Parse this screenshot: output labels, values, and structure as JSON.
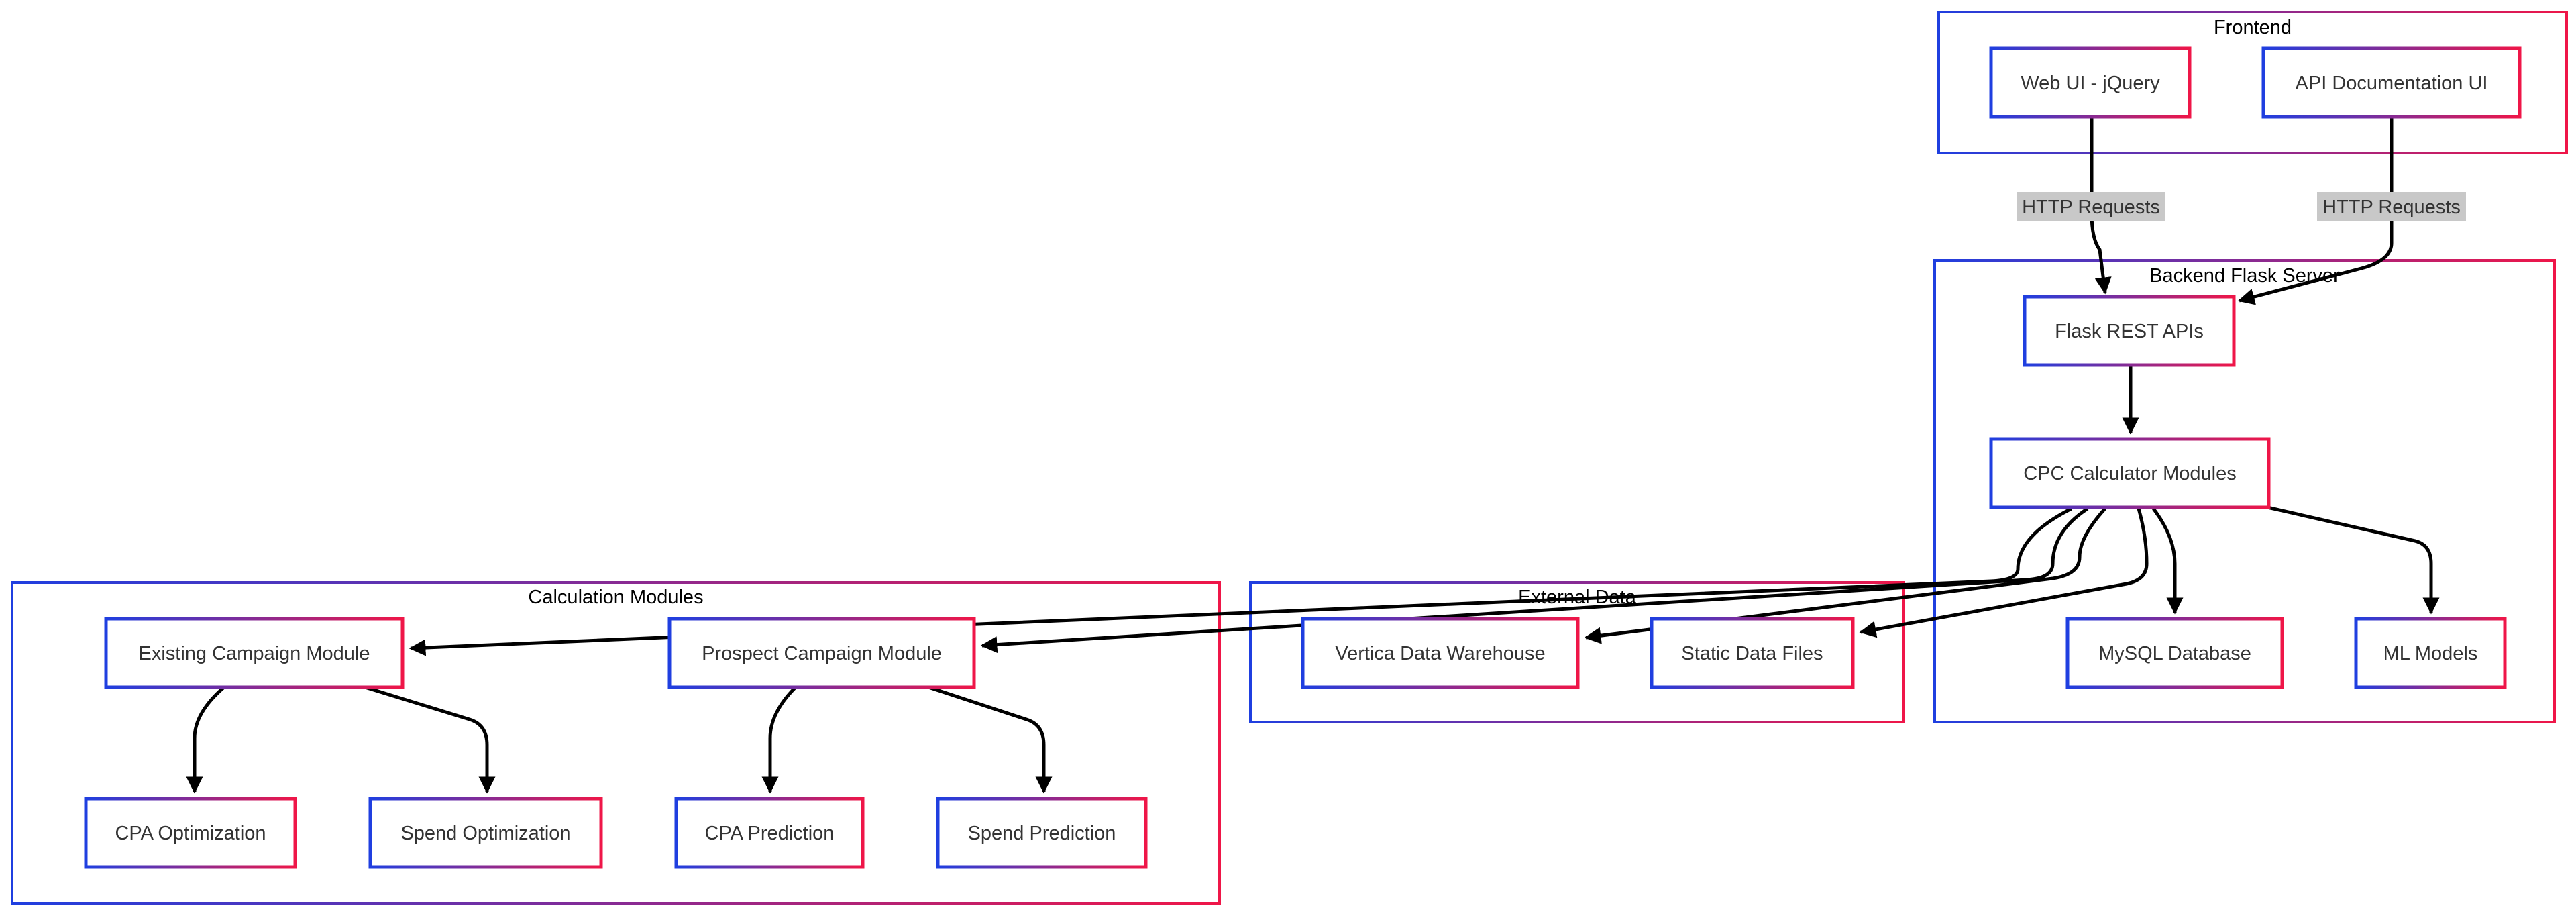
{
  "colors": {
    "border_start": "#1f3fe0",
    "border_end": "#ef1648",
    "edge": "#000000",
    "edge_label_bg": "#c8c8c8",
    "text": "#333333"
  },
  "groups": {
    "frontend": "Frontend",
    "backend": "Backend Flask Server",
    "external": "External Data",
    "calc": "Calculation Modules"
  },
  "nodes": {
    "web_ui": "Web UI - jQuery",
    "api_docs": "API Documentation UI",
    "flask_apis": "Flask REST APIs",
    "cpc_calc": "CPC Calculator Modules",
    "mysql": "MySQL Database",
    "ml_models": "ML Models",
    "vertica": "Vertica Data Warehouse",
    "static_files": "Static Data Files",
    "existing": "Existing Campaign Module",
    "prospect": "Prospect Campaign Module",
    "cpa_opt": "CPA Optimization",
    "spend_opt": "Spend Optimization",
    "cpa_pred": "CPA Prediction",
    "spend_pred": "Spend Prediction"
  },
  "edge_labels": {
    "web_to_flask": "HTTP Requests",
    "docs_to_flask": "HTTP Requests"
  }
}
